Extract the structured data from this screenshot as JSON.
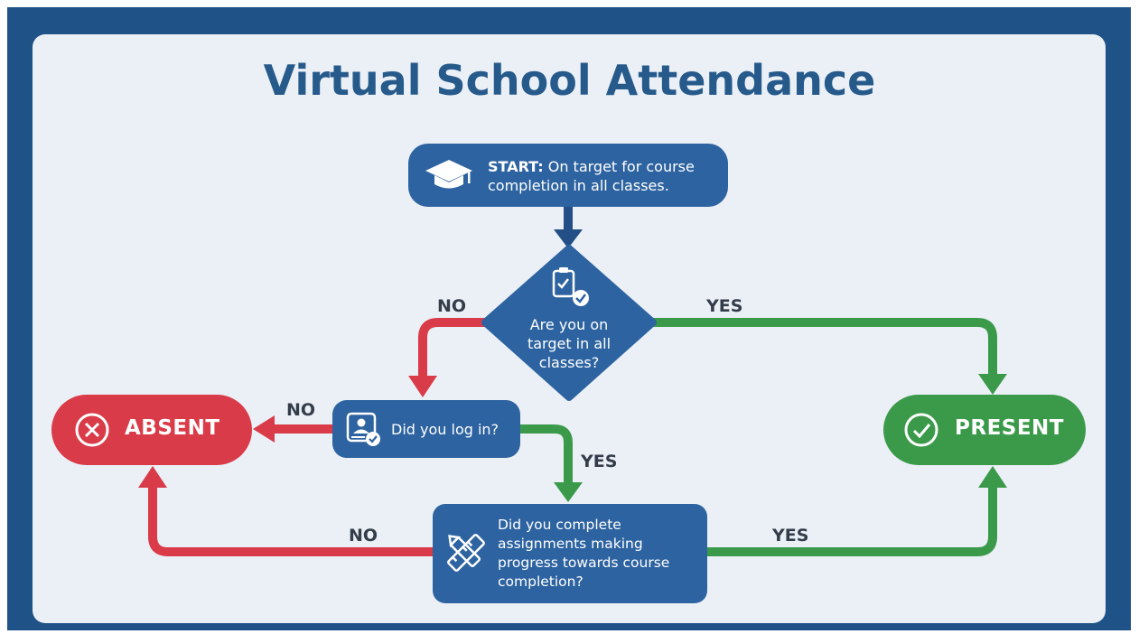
{
  "title": "Virtual School Attendance",
  "colors": {
    "frame": "#1f5286",
    "panel": "#ebf0f7",
    "box": "#2d63a0",
    "absent": "#d93b48",
    "present": "#3b9a4a",
    "no_arrow": "#d93b48",
    "yes_arrow": "#3b9a4a",
    "down_arrow": "#234f86"
  },
  "start": {
    "prefix": "START:",
    "text": "On target for course",
    "line2": "completion in all classes.",
    "icon": "graduation-cap-icon"
  },
  "decision1": {
    "lines": [
      "Are you on",
      "target in all",
      "classes?"
    ],
    "icon": "clipboard-check-icon"
  },
  "decision2": {
    "text": "Did you log in?",
    "icon": "user-login-icon"
  },
  "decision3": {
    "lines": [
      "Did you complete",
      "assignments making",
      "progress towards course",
      "completion?"
    ],
    "icon": "pencil-ruler-icon"
  },
  "outcomes": {
    "absent": "ABSENT",
    "present": "PRESENT",
    "absent_icon": "x-circle-icon",
    "present_icon": "check-circle-icon"
  },
  "labels": {
    "no1": "NO",
    "yes1": "YES",
    "no2": "NO",
    "yes2": "YES",
    "no3": "NO",
    "yes3": "YES"
  }
}
